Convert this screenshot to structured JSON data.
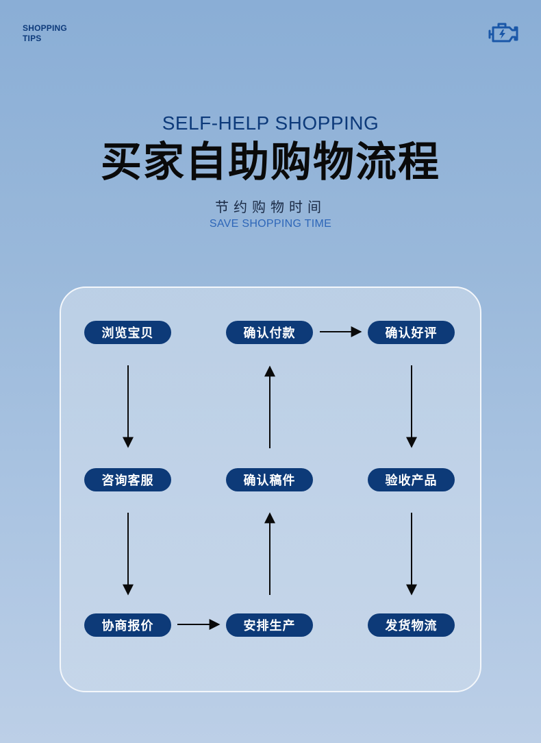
{
  "header": {
    "tips_line1": "SHOPPING",
    "tips_line2": "TIPS",
    "icon": "engine-icon"
  },
  "title": {
    "english": "SELF-HELP SHOPPING",
    "chinese": "买家自助购物流程",
    "tagline_cn": "节约购物时间",
    "tagline_en": "SAVE SHOPPING TIME"
  },
  "flow": {
    "steps": {
      "browse": "浏览宝贝",
      "consult": "咨询客服",
      "negotiate": "协商报价",
      "confirm_payment": "确认付款",
      "confirm_draft": "确认稿件",
      "arrange_production": "安排生产",
      "confirm_review": "确认好评",
      "inspect_product": "验收产品",
      "ship_logistics": "发货物流"
    }
  },
  "colors": {
    "accent": "#0d3a78",
    "arrow": "#0a0a0a",
    "panel_border": "#f4f7fb"
  }
}
